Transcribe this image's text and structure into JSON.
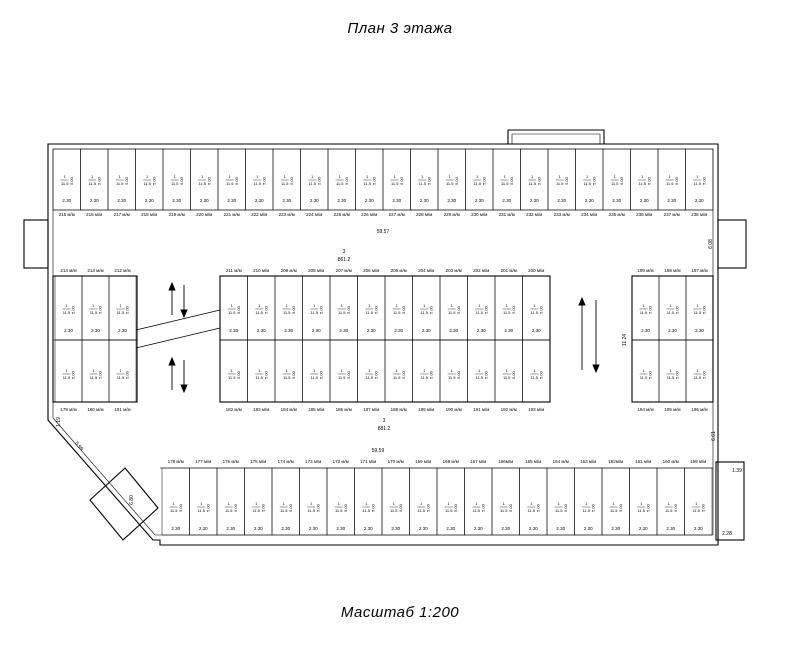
{
  "title": "План 3 этажа",
  "scale": "Масштаб 1:200",
  "dimensions": {
    "top_length": "59.57",
    "bottom_length": "59.59",
    "left_vertical": "11.24",
    "right_vertical": "6.08",
    "right_lower": "6.61",
    "diag_left": "5.99",
    "stair_dim": "6.80",
    "left_small": "1.19",
    "corner_a": "1.39",
    "corner_b": "2.28",
    "area_top_num": "3",
    "area_top_val": "861.2",
    "area_bot_num": "3",
    "area_bot_val": "881.2"
  },
  "stall": {
    "frac_top": "1",
    "frac_bottom": "11.5",
    "depth": "5.00",
    "width": "2.30"
  },
  "rows": {
    "top": [
      "215 м/м",
      "216 м/м",
      "217 м/м",
      "218 м/м",
      "219 м/м",
      "220 м/м",
      "221 м/м",
      "222 м/м",
      "223 м/м",
      "224 м/м",
      "225 м/м",
      "226 м/м",
      "227 м/м",
      "228 м/м",
      "229 м/м",
      "230 м/м",
      "231 м/м",
      "232 м/м",
      "233 м/м",
      "234 м/м",
      "235 м/м",
      "236 м/м",
      "237 м/м",
      "238 м/м"
    ],
    "left_upper": [
      "214 м/м",
      "213 м/м",
      "212 м/м"
    ],
    "center_upper": [
      "211 м/м",
      "210 м/м",
      "209 м/м",
      "208 м/м",
      "207 м/м",
      "206 м/м",
      "205 м/м",
      "204 м/м",
      "203 м/м",
      "202 м/м",
      "201 м/м",
      "200 м/м"
    ],
    "right_upper": [
      "199 м/м",
      "198 м/м",
      "197 м/м"
    ],
    "left_lower": [
      "179 м/м",
      "180 м/м",
      "181 м/м"
    ],
    "center_lower": [
      "182 м/м",
      "183 м/м",
      "184 м/м",
      "185 м/м",
      "186 м/м",
      "187 м/м",
      "188 м/м",
      "189 м/м",
      "190 м/м",
      "191 м/м",
      "192 м/м",
      "193 м/м"
    ],
    "right_lower": [
      "194 м/м",
      "195 м/м",
      "196 м/м"
    ],
    "bottom": [
      "178 м/м",
      "177 м/м",
      "176 м/м",
      "175 м/м",
      "174 м/м",
      "173 м/м",
      "172 м/м",
      "171 м/м",
      "170 м/м",
      "169 м/м",
      "168 м/м",
      "167 м/м",
      "166м/м",
      "165 м/м",
      "164 м/м",
      "163 м/м",
      "162м/м",
      "161 м/м",
      "160 м/м",
      "159 м/м"
    ]
  }
}
